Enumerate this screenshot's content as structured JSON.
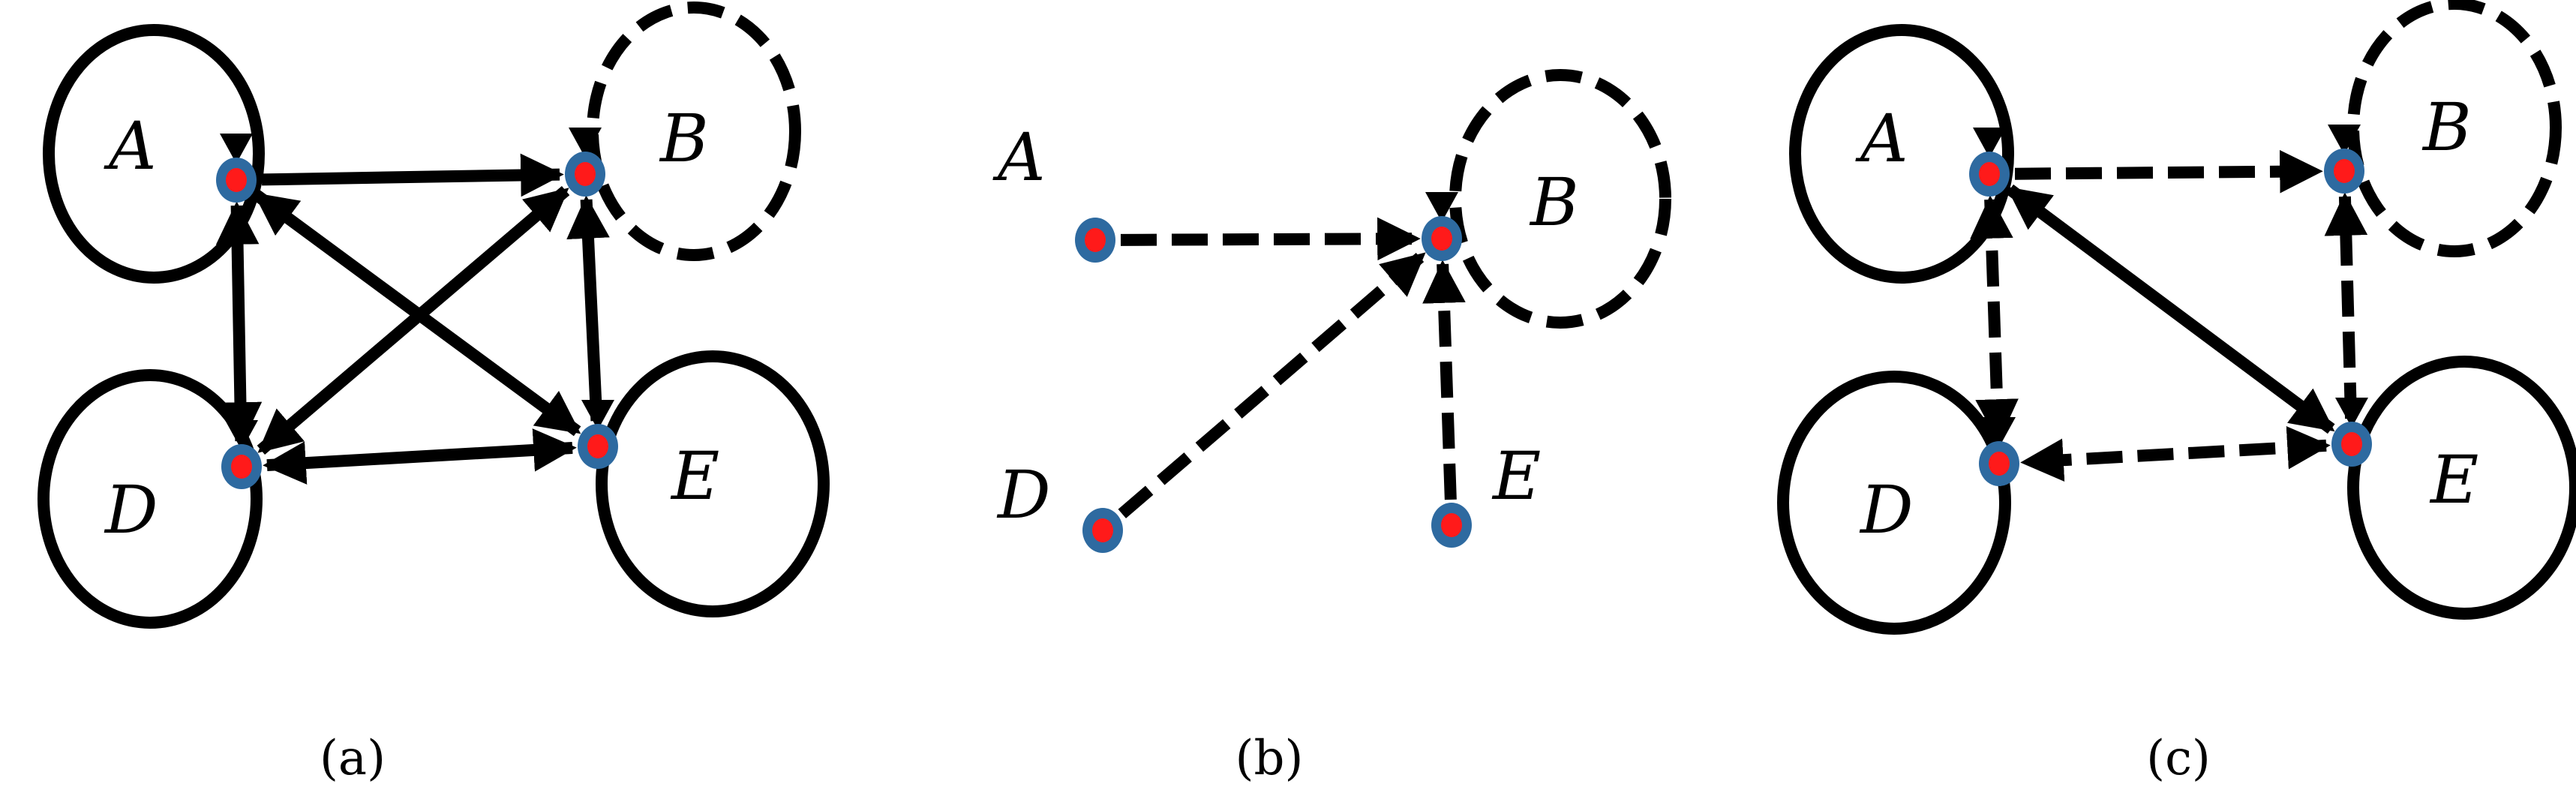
{
  "panels": [
    {
      "id": "a",
      "caption": "(a)",
      "nodes": [
        {
          "id": "A",
          "label": "A",
          "loop": "solid"
        },
        {
          "id": "B",
          "label": "B",
          "loop": "dashed"
        },
        {
          "id": "D",
          "label": "D",
          "loop": "solid"
        },
        {
          "id": "E",
          "label": "E",
          "loop": "solid"
        }
      ],
      "edges": [
        {
          "from": "A",
          "to": "B",
          "style": "solid",
          "bidirectional": false
        },
        {
          "from": "A",
          "to": "D",
          "style": "solid",
          "bidirectional": true
        },
        {
          "from": "A",
          "to": "E",
          "style": "solid",
          "bidirectional": true
        },
        {
          "from": "D",
          "to": "B",
          "style": "solid",
          "bidirectional": true
        },
        {
          "from": "D",
          "to": "E",
          "style": "solid",
          "bidirectional": true
        },
        {
          "from": "E",
          "to": "B",
          "style": "solid",
          "bidirectional": false
        }
      ]
    },
    {
      "id": "b",
      "caption": "(b)",
      "nodes": [
        {
          "id": "A",
          "label": "A",
          "loop": "none"
        },
        {
          "id": "B",
          "label": "B",
          "loop": "dashed"
        },
        {
          "id": "D",
          "label": "D",
          "loop": "none"
        },
        {
          "id": "E",
          "label": "E",
          "loop": "none"
        }
      ],
      "edges": [
        {
          "from": "A",
          "to": "B",
          "style": "dashed",
          "bidirectional": false
        },
        {
          "from": "D",
          "to": "B",
          "style": "dashed",
          "bidirectional": false
        },
        {
          "from": "E",
          "to": "B",
          "style": "dashed",
          "bidirectional": false
        }
      ]
    },
    {
      "id": "c",
      "caption": "(c)",
      "nodes": [
        {
          "id": "A",
          "label": "A",
          "loop": "solid"
        },
        {
          "id": "B",
          "label": "B",
          "loop": "dashed"
        },
        {
          "id": "D",
          "label": "D",
          "loop": "solid"
        },
        {
          "id": "E",
          "label": "E",
          "loop": "solid"
        }
      ],
      "edges": [
        {
          "from": "A",
          "to": "B",
          "style": "dashed",
          "bidirectional": false
        },
        {
          "from": "A",
          "to": "D",
          "style": "dashed",
          "bidirectional": true
        },
        {
          "from": "A",
          "to": "E",
          "style": "solid",
          "bidirectional": true
        },
        {
          "from": "E",
          "to": "D",
          "style": "dashed",
          "bidirectional": true
        },
        {
          "from": "E",
          "to": "B",
          "style": "dashed",
          "bidirectional": false
        }
      ]
    }
  ],
  "colors": {
    "dot_outer": "#2e6aa0",
    "dot_inner": "#ff1a1a",
    "ink": "#000000"
  }
}
